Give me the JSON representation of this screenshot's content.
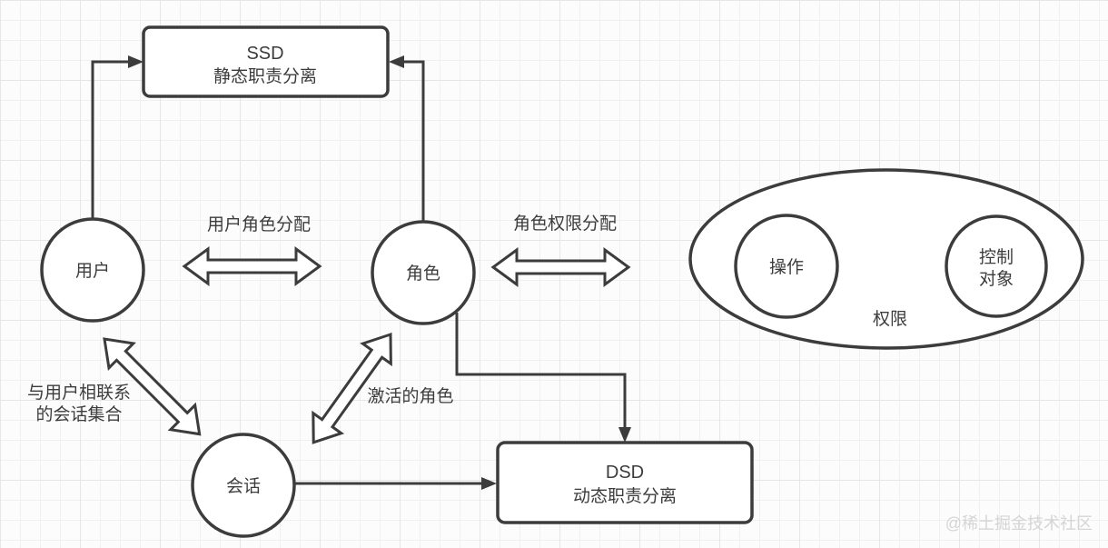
{
  "colors": {
    "stroke": "#3c3c3c",
    "text": "#3c3c3c",
    "node-fill": "#ffffff",
    "watermark": "#d5d5d5",
    "bg": "#fcfcfc",
    "grid-minor": "#f0f0f0",
    "grid-major": "#e6e6e6"
  },
  "nodes": {
    "ssd": {
      "title": "SSD",
      "subtitle": "静态职责分离"
    },
    "dsd": {
      "title": "DSD",
      "subtitle": "动态职责分离"
    },
    "user": {
      "label": "用户"
    },
    "role": {
      "label": "角色"
    },
    "session": {
      "label": "会话"
    },
    "operation": {
      "label": "操作"
    },
    "control_object": {
      "line1": "控制",
      "line2": "对象"
    },
    "permission_group": {
      "label": "权限"
    }
  },
  "edges": {
    "user_role": {
      "label": "用户角色分配"
    },
    "role_permission": {
      "label": "角色权限分配"
    },
    "user_session": {
      "line1": "与用户相联系",
      "line2": "的会话集合"
    },
    "session_role": {
      "label": "激活的角色"
    }
  },
  "watermark": "@稀土掘金技术社区"
}
